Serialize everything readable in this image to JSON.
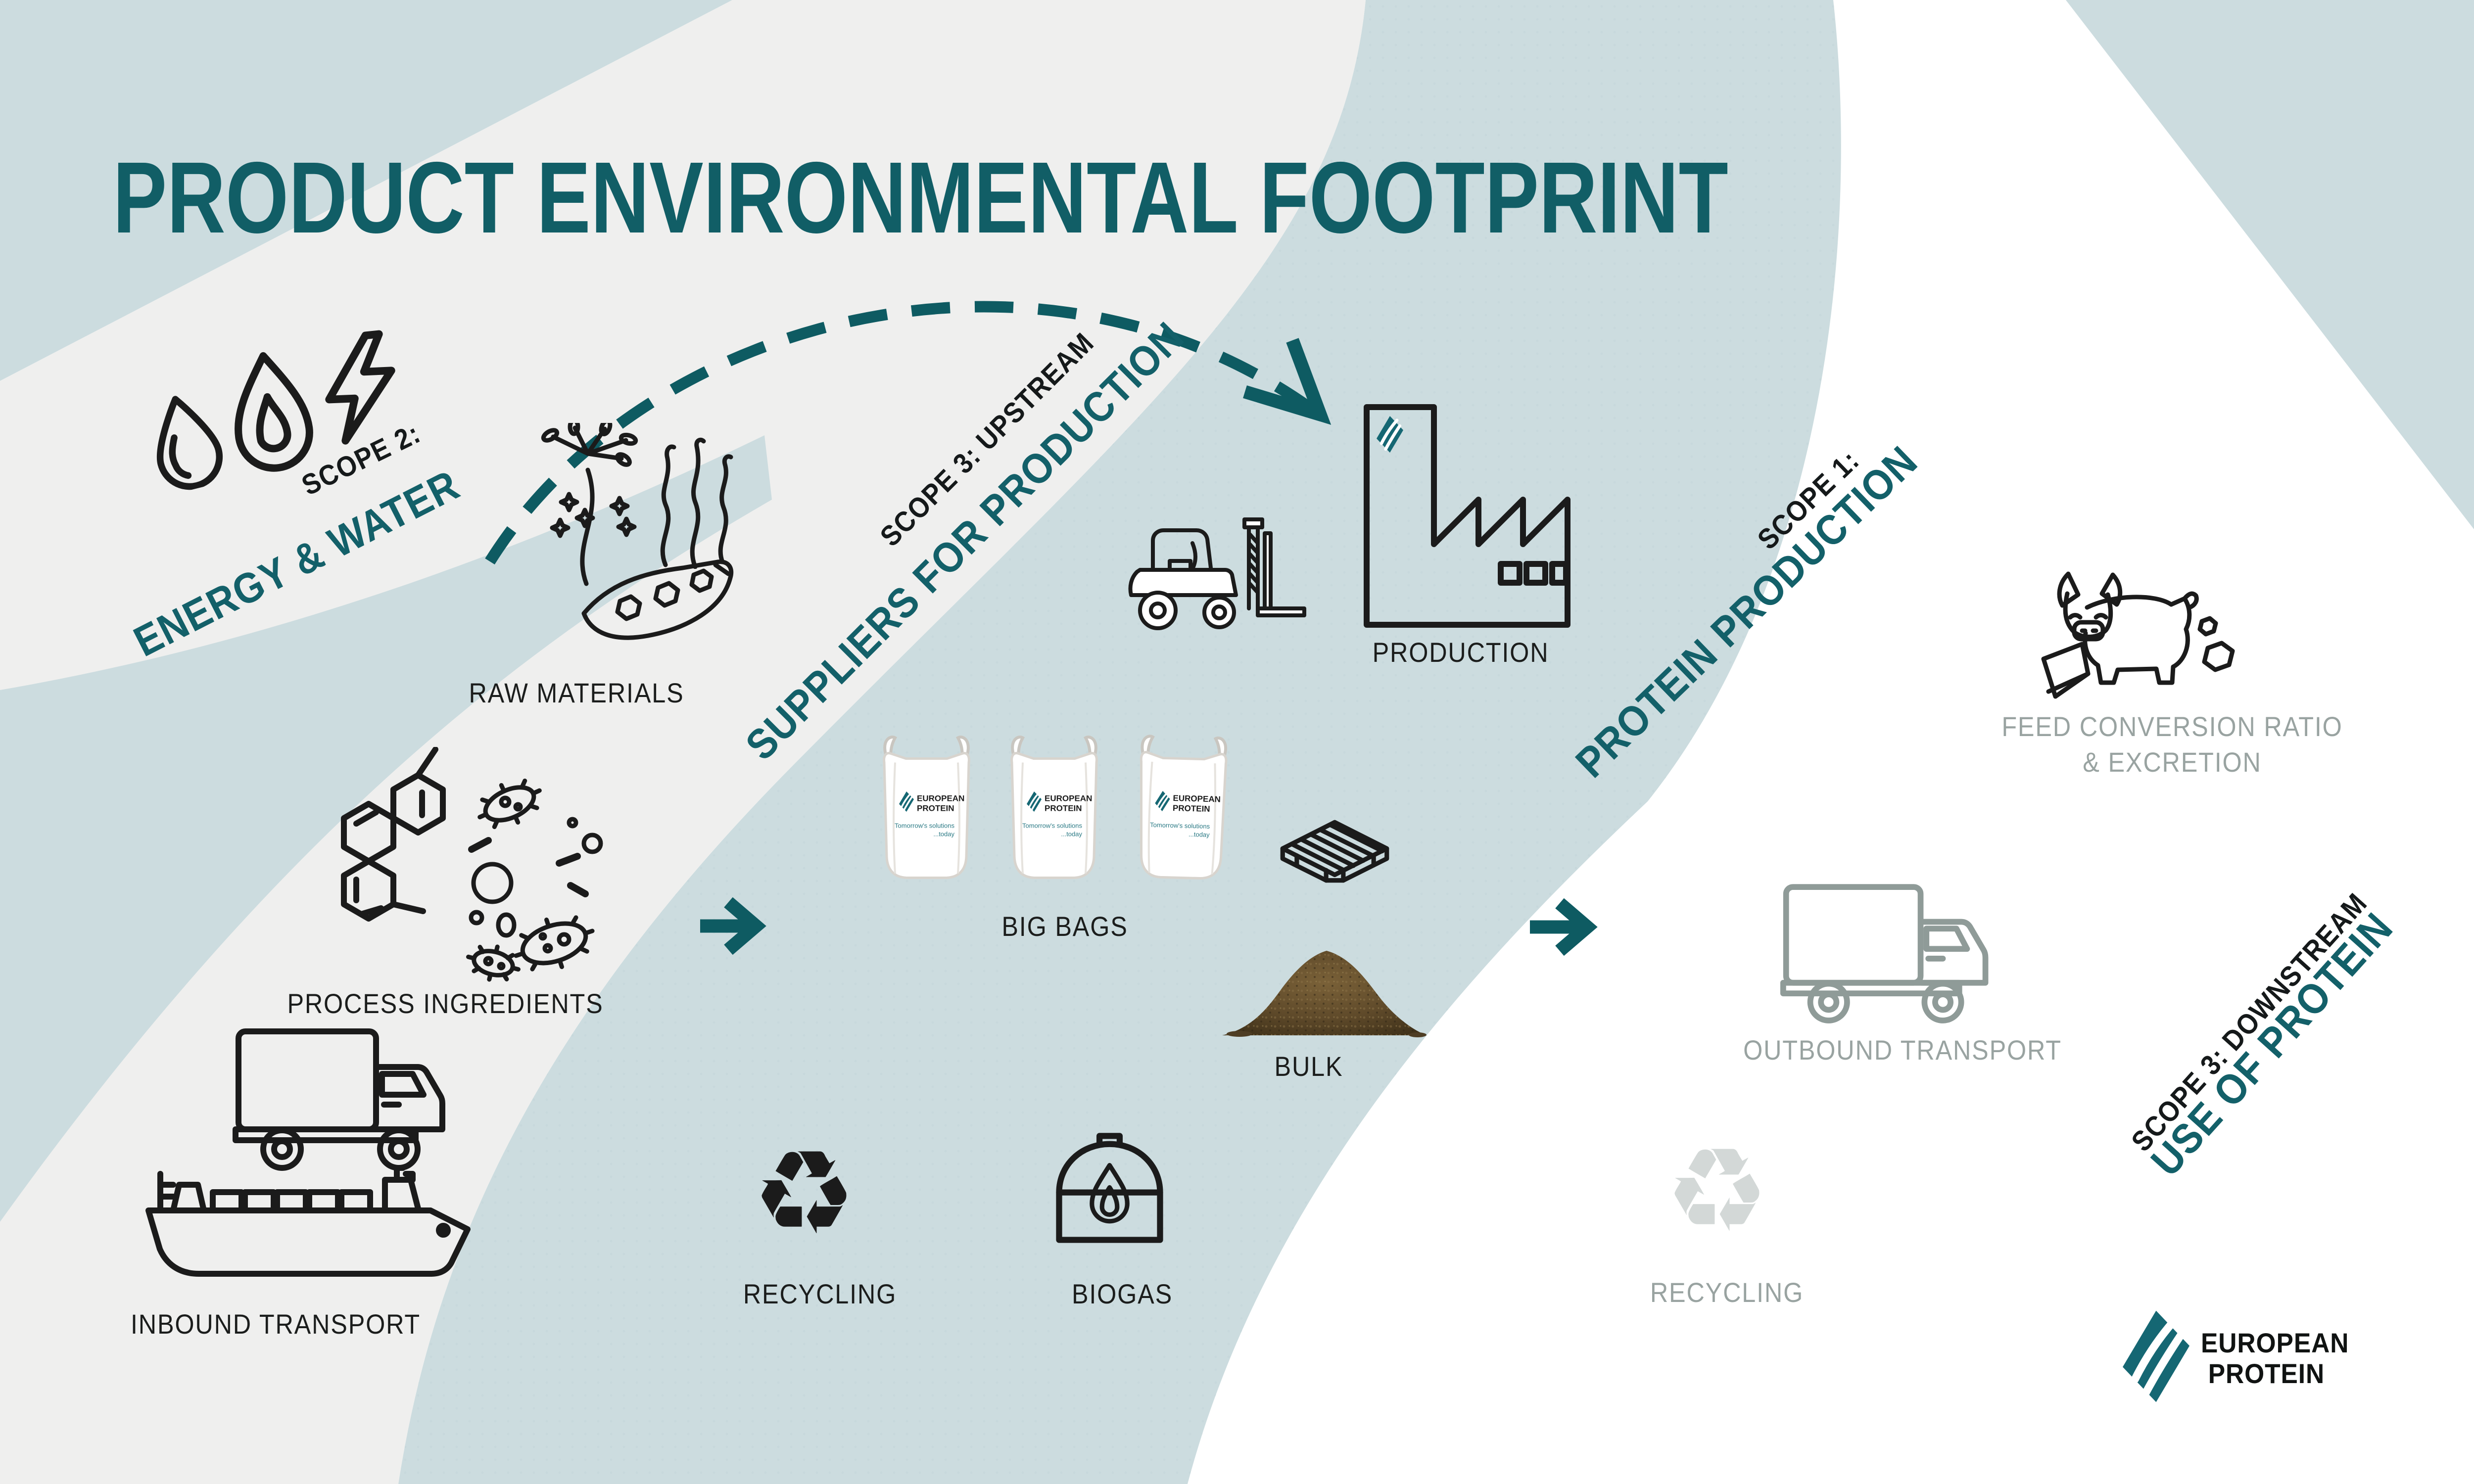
{
  "title": "PRODUCT ENVIRONMENTAL FOOTPRINT",
  "scopes": {
    "scope2": {
      "label": "SCOPE 2:",
      "name": "ENERGY & WATER"
    },
    "scope3_upstream": {
      "label": "SCOPE 3: UPSTREAM",
      "name": "SUPPLIERS FOR PRODUCTION"
    },
    "scope1": {
      "label": "SCOPE 1:",
      "name": "PROTEIN PRODUCTION"
    },
    "scope3_downstream": {
      "label": "SCOPE 3: DOWNSTREAM",
      "name": "USE OF PROTEIN"
    }
  },
  "stages": {
    "raw_materials": {
      "label": "RAW MATERIALS"
    },
    "process_ingredients": {
      "label": "PROCESS INGREDIENTS"
    },
    "inbound_transport": {
      "label": "INBOUND TRANSPORT"
    },
    "production": {
      "label": "PRODUCTION"
    },
    "big_bags": {
      "label": "BIG BAGS"
    },
    "bulk": {
      "label": "BULK"
    },
    "recycling_upstream": {
      "label": "RECYCLING"
    },
    "biogas": {
      "label": "BIOGAS"
    },
    "outbound_transport": {
      "label": "OUTBOUND TRANSPORT"
    },
    "feed_conversion": {
      "label_line1": "FEED CONVERSION RATIO",
      "label_line2": "& EXCRETION"
    },
    "recycling_downstream": {
      "label": "RECYCLING"
    }
  },
  "brand": {
    "line1": "EUROPEAN",
    "line2": "PROTEIN"
  },
  "bag_branding": {
    "line1": "EUROPEAN",
    "line2": "PROTEIN",
    "tagline1": "Tomorrow's solutions",
    "tagline2": "...today"
  },
  "glyphs": {
    "recycle": "♻"
  },
  "colors": {
    "teal": "#115E66",
    "black": "#1b1b1b",
    "gray_text": "#99A3A1",
    "gray_icon": "#8F9B98",
    "light_gray_icon": "#D3D8D7",
    "bg_gray": "#EFEFEE",
    "bg_blue": "#CCDCDF",
    "bulk_brown": "#6F5833"
  }
}
